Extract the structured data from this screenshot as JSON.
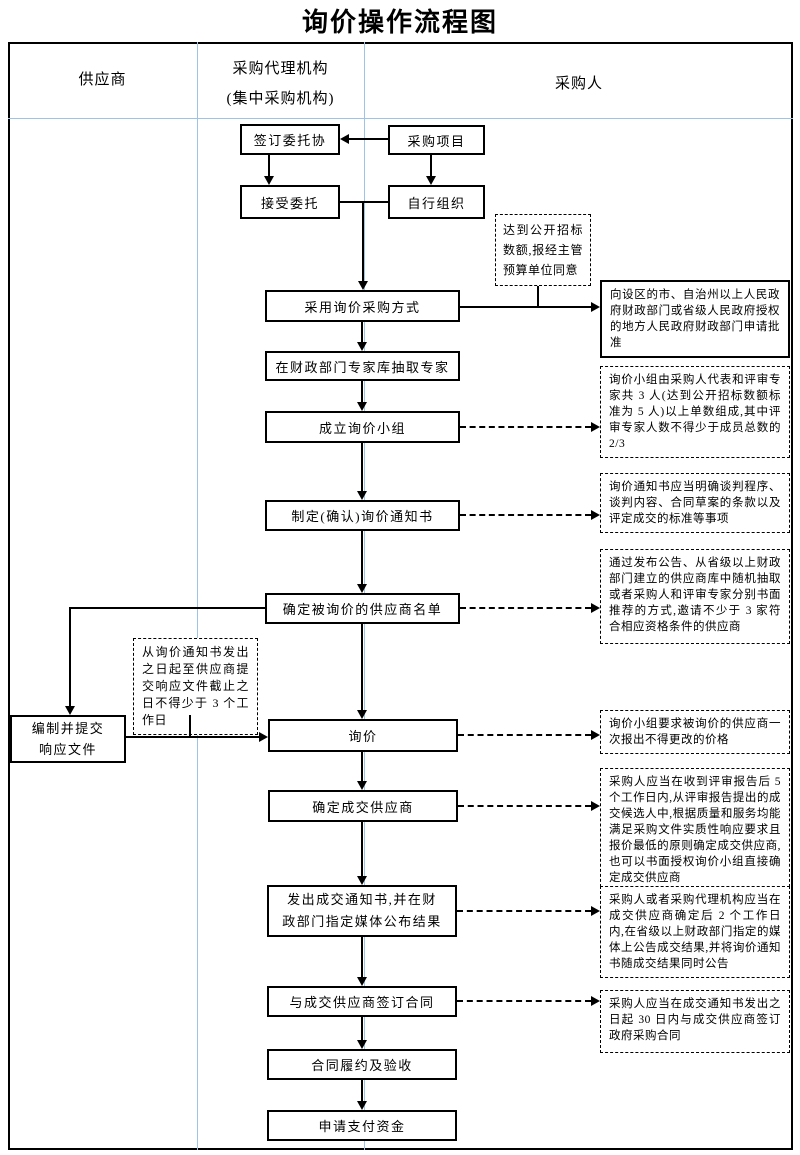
{
  "title": "询价操作流程图",
  "columns": {
    "supplier": "供应商",
    "agency_line1": "采购代理机构",
    "agency_line2": "(集中采购机构)",
    "purchaser": "采购人"
  },
  "nodes": {
    "sign_agreement": "签订委托协",
    "purchase_project": "采购项目",
    "accept_entrust": "接受委托",
    "self_organize": "自行组织",
    "adopt_inquiry": "采用询价采购方式",
    "extract_experts": "在财政部门专家库抽取专家",
    "form_group": "成立询价小组",
    "make_notice": "制定(确认)询价通知书",
    "supplier_list": "确定被询价的供应商名单",
    "inquiry": "询价",
    "confirm_supplier": "确定成交供应商",
    "issue_notice": "发出成交通知书,并在财政部门指定媒体公布结果",
    "sign_contract": "与成交供应商签订合同",
    "perform_contract": "合同履约及验收",
    "apply_payment": "申请支付资金",
    "prepare_response_line1": "编制并提交",
    "prepare_response_line2": "响应文件",
    "approval": "向设区的市、自治州以上人民政府财政部门或省级人民政府授权的地方人民政府财政部门申请批准"
  },
  "notes": {
    "public_bid": "达到公开招标数额,报经主管预算单位同意",
    "three_days": "从询价通知书发出之日起至供应商提交响应文件截止之日不得少于 3 个工作日",
    "group_composition": "询价小组由采购人代表和评审专家共 3 人(达到公开招标数额标准为 5 人)以上单数组成,其中评审专家人数不得少于成员总数的 2/3",
    "notice_content": "询价通知书应当明确谈判程序、谈判内容、合同草案的条款以及评定成交的标准等事项",
    "invite_suppliers": "通过发布公告、从省级以上财政部门建立的供应商库中随机抽取或者采购人和评审专家分别书面推荐的方式,邀请不少于 3 家符合相应资格条件的供应商",
    "one_price": "询价小组要求被询价的供应商一次报出不得更改的价格",
    "review_5days": "采购人应当在收到评审报告后 5 个工作日内,从评审报告提出的成交候选人中,根据质量和服务均能满足采购文件实质性响应要求且报价最低的原则确定成交供应商,也可以书面授权询价小组直接确定成交供应商",
    "publish_2days": "采购人或者采购代理机构应当在成交供应商确定后 2 个工作日内,在省级以上财政部门指定的媒体上公告成交结果,并将询价通知书随成交结果同时公告",
    "sign_30days": "采购人应当在成交通知书发出之日起 30 日内与成交供应商签订政府采购合同"
  },
  "colors": {
    "lane_divider": "#9dc3e6",
    "line": "#000000",
    "background": "#ffffff"
  }
}
